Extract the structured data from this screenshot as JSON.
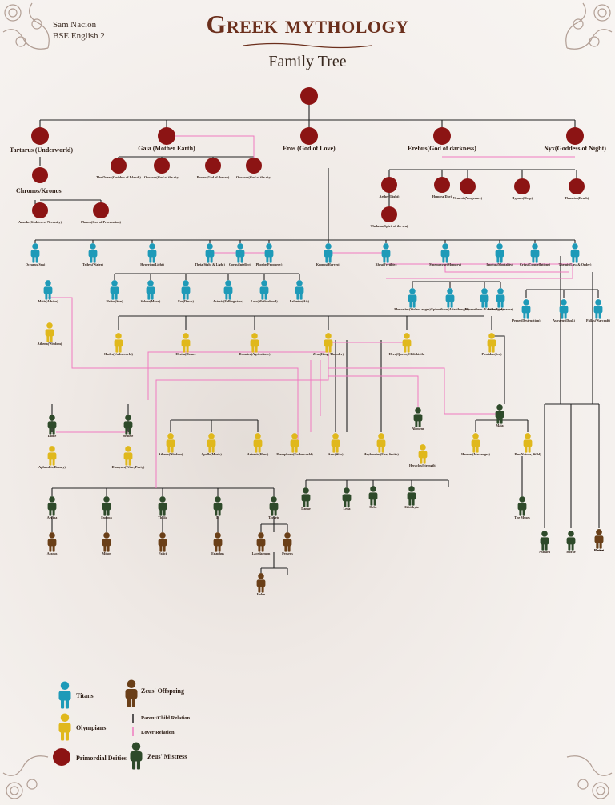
{
  "header": {
    "author_name": "Sam Nacion",
    "author_class": "BSE English 2",
    "title": "Greek mythology",
    "subtitle": "Family Tree"
  },
  "colors": {
    "primordial": "#8c1414",
    "titan": "#1e9ab8",
    "olympian": "#e0b81c",
    "mistress": "#2e4a2a",
    "offspring": "#6a3f18",
    "parent_line": "#222222",
    "lover_line": "#f07ac0"
  },
  "nodes": [
    {
      "id": "chaos",
      "type": "primordial",
      "label": ""
    },
    {
      "id": "tartarus",
      "type": "primordial",
      "label": "Tartarus (Underworld)"
    },
    {
      "id": "gaia",
      "type": "primordial",
      "label": "Gaia (Mother Earth)"
    },
    {
      "id": "eros",
      "type": "primordial",
      "label": "Eros (God of Love)"
    },
    {
      "id": "erebus",
      "type": "primordial",
      "label": "Erebus(God of darkness)"
    },
    {
      "id": "nyx",
      "type": "primordial",
      "label": "Nyx(Goddess of Night)"
    },
    {
      "id": "ourea",
      "type": "primordial",
      "label": "The Ourea(Goddess of Islands)"
    },
    {
      "id": "ouranos",
      "type": "primordial",
      "label": "Ouranos(God of the sky)"
    },
    {
      "id": "pontus",
      "type": "primordial",
      "label": "Pontus(God of the sea)"
    },
    {
      "id": "ouranos2",
      "type": "primordial",
      "label": "Ouranos(God of the sky)"
    },
    {
      "id": "chronos",
      "type": "primordial",
      "label": "Chronos/Kronos"
    },
    {
      "id": "aether",
      "type": "primordial",
      "label": "Aether(Light)"
    },
    {
      "id": "hemera",
      "type": "primordial",
      "label": "Hemera(Day)"
    },
    {
      "id": "nemesis",
      "type": "primordial",
      "label": "Nemesis(Vengeance)"
    },
    {
      "id": "hypnos",
      "type": "primordial",
      "label": "Hypnos(Sleep)"
    },
    {
      "id": "thanatos",
      "type": "primordial",
      "label": "Thanatos(Death)"
    },
    {
      "id": "thalassa",
      "type": "primordial",
      "label": "Thalassa(Spirit of the sea)"
    },
    {
      "id": "ananke",
      "type": "primordial",
      "label": "Ananke(Goddess of Necessity)"
    },
    {
      "id": "phanes",
      "type": "primordial",
      "label": "Phanes(God of Procreation)"
    },
    {
      "id": "oceanus",
      "type": "titan",
      "label": "Oceanus(Sea)"
    },
    {
      "id": "tethys",
      "type": "titan",
      "label": "Tethys(Water)"
    },
    {
      "id": "hyperion",
      "type": "titan",
      "label": "Hyperion(Light)"
    },
    {
      "id": "theia",
      "type": "titan",
      "label": "Theia(Sight & Light)"
    },
    {
      "id": "coeus",
      "type": "titan",
      "label": "Coeus(Intellect)"
    },
    {
      "id": "phoebe",
      "type": "titan",
      "label": "Phoebe(Prophecy)"
    },
    {
      "id": "kronos",
      "type": "titan",
      "label": "Kronos(Harvest)"
    },
    {
      "id": "rhea",
      "type": "titan",
      "label": "Rhea(Fertility)"
    },
    {
      "id": "mnemosyne",
      "type": "titan",
      "label": "Mnemosyne(Memory)"
    },
    {
      "id": "iapetus",
      "type": "titan",
      "label": "Iapetus(Mortality)"
    },
    {
      "id": "crius",
      "type": "titan",
      "label": "Crius(Constellations)"
    },
    {
      "id": "themis",
      "type": "titan",
      "label": "Themis(Law & Order)"
    },
    {
      "id": "metis",
      "type": "titan",
      "label": "Metis(Advice)"
    },
    {
      "id": "helios",
      "type": "titan",
      "label": "Helios(Sun)"
    },
    {
      "id": "selene",
      "type": "titan",
      "label": "Selene(Moon)"
    },
    {
      "id": "eos",
      "type": "titan",
      "label": "Eos(Dawn)"
    },
    {
      "id": "asteria",
      "type": "titan",
      "label": "Asteria(Falling stars)"
    },
    {
      "id": "leto",
      "type": "titan",
      "label": "Leto(Motherhood)"
    },
    {
      "id": "lelantos",
      "type": "titan",
      "label": "Lelantos(Air)"
    },
    {
      "id": "menoetius",
      "type": "titan",
      "label": "Menoetius(Violent anger)"
    },
    {
      "id": "epimetheus",
      "type": "titan",
      "label": "Epimetheus(Afterthought)"
    },
    {
      "id": "prometheus",
      "type": "titan",
      "label": "Prometheus (Forethought)"
    },
    {
      "id": "atlas",
      "type": "titan",
      "label": "Atlas(Endurance)"
    },
    {
      "id": "perses",
      "type": "titan",
      "label": "Perses(Destruction)"
    },
    {
      "id": "astraeus",
      "type": "titan",
      "label": "Astraeus(Dusk)"
    },
    {
      "id": "pallas",
      "type": "titan",
      "label": "Pallas(Warcraft)"
    },
    {
      "id": "athena",
      "type": "olympian",
      "label": "Athena(Wisdom)"
    },
    {
      "id": "hades",
      "type": "olympian",
      "label": "Hades(Underworld)"
    },
    {
      "id": "hestia",
      "type": "olympian",
      "label": "Hestia(Home)"
    },
    {
      "id": "demeter",
      "type": "olympian",
      "label": "Demeter(Agriculture)"
    },
    {
      "id": "zeus",
      "type": "olympian",
      "label": "Zeus(King, Thunder)"
    },
    {
      "id": "hera",
      "type": "olympian",
      "label": "Hera(Queen, Childbirth)"
    },
    {
      "id": "poseidon",
      "type": "olympian",
      "label": "Poseidon(Sea)"
    },
    {
      "id": "dione",
      "type": "mistress",
      "label": "Dione"
    },
    {
      "id": "semele",
      "type": "mistress",
      "label": "Semele"
    },
    {
      "id": "alcmene",
      "type": "mistress",
      "label": "Alcmene"
    },
    {
      "id": "maia",
      "type": "mistress",
      "label": "Maia"
    },
    {
      "id": "aphrodite",
      "type": "olympian",
      "label": "Aphrodite(Beauty)"
    },
    {
      "id": "dionysus",
      "type": "olympian",
      "label": "Dionysus(Wine, Party)"
    },
    {
      "id": "athena2",
      "type": "olympian",
      "label": "Athena(Wisdom)"
    },
    {
      "id": "apollo",
      "type": "olympian",
      "label": "Apollo(Music)"
    },
    {
      "id": "artemis",
      "type": "olympian",
      "label": "Artemis(Hunt)"
    },
    {
      "id": "persephone",
      "type": "olympian",
      "label": "Persephone(Underworld)"
    },
    {
      "id": "ares",
      "type": "olympian",
      "label": "Ares(War)"
    },
    {
      "id": "hephaestus",
      "type": "olympian",
      "label": "Hephaestus(Fire, Smith)"
    },
    {
      "id": "heracles",
      "type": "olympian",
      "label": "Heracles(Strength)"
    },
    {
      "id": "hermes",
      "type": "olympian",
      "label": "Hermes(Messenger)"
    },
    {
      "id": "pan",
      "type": "olympian",
      "label": "Pan(Nature, Wild)"
    },
    {
      "id": "aegina",
      "type": "mistress",
      "label": "Aegina"
    },
    {
      "id": "europa",
      "type": "mistress",
      "label": "Europa"
    },
    {
      "id": "thalia",
      "type": "mistress",
      "label": "Thalia"
    },
    {
      "id": "io",
      "type": "mistress",
      "label": "Io"
    },
    {
      "id": "taygete",
      "type": "mistress",
      "label": "Taygete"
    },
    {
      "id": "danae",
      "type": "mistress",
      "label": "Danae"
    },
    {
      "id": "leda",
      "type": "mistress",
      "label": "Leda"
    },
    {
      "id": "hebe",
      "type": "mistress",
      "label": "Hebe"
    },
    {
      "id": "eileithyia",
      "type": "mistress",
      "label": "Eileithyia"
    },
    {
      "id": "muses",
      "type": "mistress",
      "label": "The Muses"
    },
    {
      "id": "astraea",
      "type": "mistress",
      "label": "Astraea"
    },
    {
      "id": "horae",
      "type": "mistress",
      "label": "Horae"
    },
    {
      "id": "moirai",
      "type": "mistress",
      "label": "Moirai"
    },
    {
      "id": "aeacus",
      "type": "offspring",
      "label": "Aeacus"
    },
    {
      "id": "minos",
      "type": "offspring",
      "label": "Minos"
    },
    {
      "id": "palici",
      "type": "offspring",
      "label": "Palici"
    },
    {
      "id": "epaphus",
      "type": "offspring",
      "label": "Epaphus"
    },
    {
      "id": "lacedaemon",
      "type": "offspring",
      "label": "Lacedaemon"
    },
    {
      "id": "perseus",
      "type": "offspring",
      "label": "Perseus"
    },
    {
      "id": "helen",
      "type": "offspring",
      "label": "Helen"
    },
    {
      "id": "castor",
      "type": "offspring",
      "label": "Castor"
    }
  ],
  "legend": {
    "titans": "Titans",
    "olympians": "Olympians",
    "primordial": "Primordial Deities",
    "offspring": "Zeus' Offspring",
    "mistress": "Zeus' Mistress",
    "parent_child": "Parent/Child Relation",
    "lover": "Lover Relation"
  }
}
